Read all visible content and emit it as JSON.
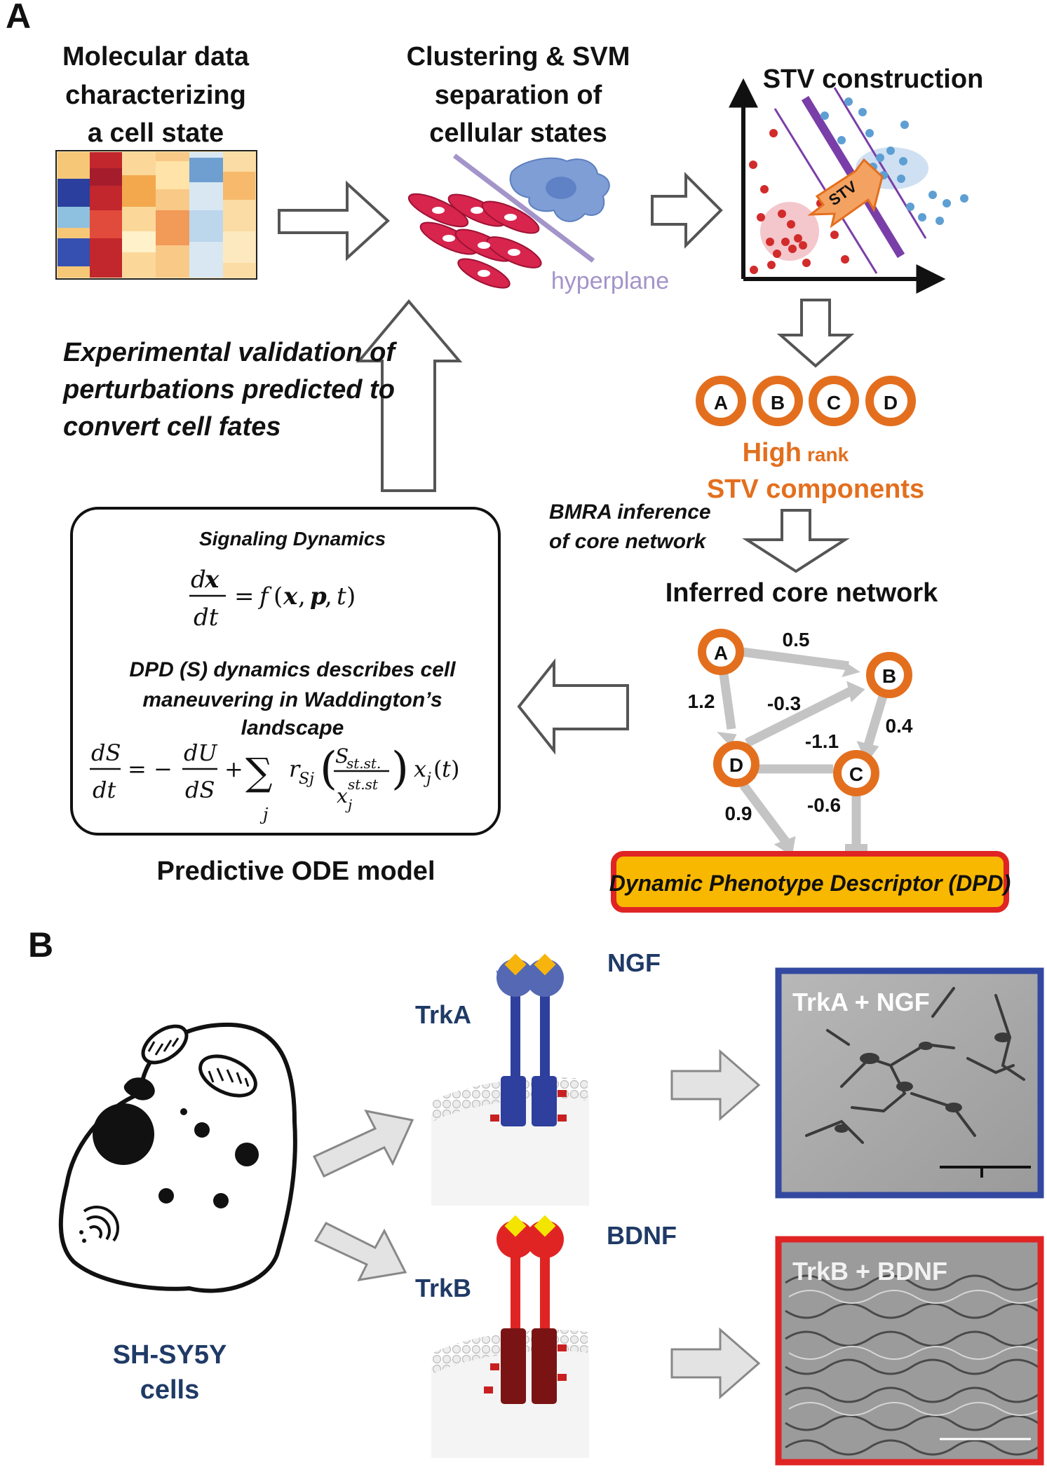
{
  "panel_a": {
    "label": "A",
    "molecular": {
      "line1": "Molecular data",
      "line2": "characterizing",
      "line3": "a cell state"
    },
    "clustering": {
      "line1": "Clustering & SVM",
      "line2": "separation of",
      "line3": "cellular states",
      "hyperplane": "hyperplane"
    },
    "stv": {
      "title": "STV construction",
      "arrow_label": "STV"
    },
    "components": {
      "nodes": [
        "A",
        "B",
        "C",
        "D"
      ],
      "high": "High",
      "rank": "rank",
      "line2": "STV components"
    },
    "bmra": {
      "line1": "BMRA inference",
      "line2": "of  core network"
    },
    "network": {
      "title": "Inferred  core network",
      "nodes": [
        "A",
        "B",
        "C",
        "D"
      ],
      "weights": [
        "0.5",
        "1.2",
        "-0.3",
        "0.4",
        "-1.1",
        "-0.6",
        "0.9"
      ]
    },
    "dpd_box": "Dynamic Phenotype Descriptor (DPD)",
    "validation": {
      "line1": "Experimental validation of",
      "line2": "perturbations predicted to",
      "line3": "convert cell fates"
    },
    "model": {
      "signaling_title": "Signaling Dynamics",
      "dpd_line1": "DPD (S) dynamics describes cell",
      "dpd_line2": "maneuvering in Waddington’s",
      "dpd_line3": "landscape",
      "caption": "Predictive ODE model"
    }
  },
  "panel_b": {
    "label": "B",
    "cell_label_line1": "SH-SY5Y",
    "cell_label_line2": "cells",
    "top": {
      "ligand": "NGF",
      "receptor": "TrkA",
      "image_label": "TrkA + NGF",
      "receptor_color": "#2e3f9e",
      "frame_color": "#3348a0"
    },
    "bottom": {
      "ligand": "BDNF",
      "receptor": "TrkB",
      "image_label": "TrkB + BDNF",
      "receptor_color": "#e02424",
      "frame_color": "#e02424"
    }
  }
}
